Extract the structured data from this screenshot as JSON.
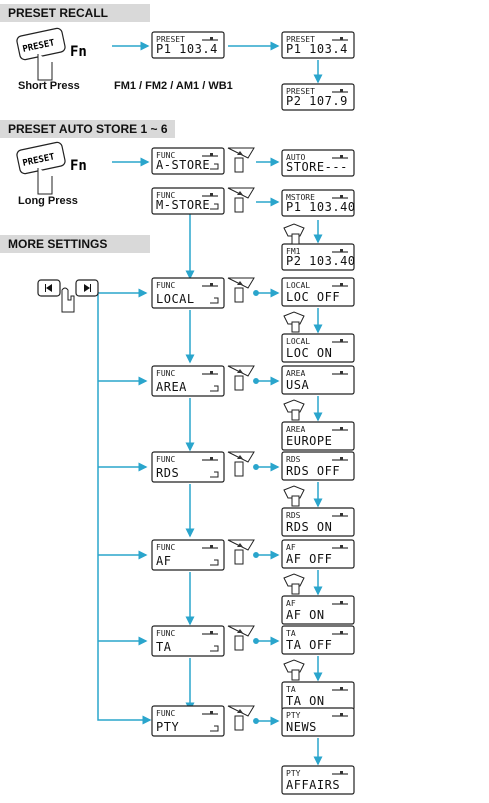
{
  "sections": {
    "preset_recall": "PRESET RECALL",
    "auto_store": "PRESET AUTO STORE 1 ~ 6",
    "more_settings": "MORE SETTINGS"
  },
  "labels": {
    "short_press": "Short Press",
    "long_press": "Long Press",
    "bands": "FM1 / FM2 / AM1 / WB1",
    "preset_key": "PRESET",
    "fn_key": "Fn"
  },
  "displays": {
    "recall_1": {
      "top": "PRESET",
      "bottom": "P1  103.4"
    },
    "recall_2": {
      "top": "PRESET",
      "bottom": "P1  103.4"
    },
    "recall_3": {
      "top": "PRESET",
      "bottom": "P2  107.9"
    },
    "func_astore": {
      "top": "FUNC",
      "bottom": "A-STORE"
    },
    "auto_store": {
      "top": "AUTO",
      "bottom": "STORE---"
    },
    "func_mstore": {
      "top": "FUNC",
      "bottom": "M-STORE"
    },
    "mstore_p1": {
      "top": "MSTORE",
      "bottom": "P1 103.40"
    },
    "fm1_p2": {
      "top": "FM1",
      "bottom": "P2 103.40"
    },
    "func_local": {
      "top": "FUNC",
      "bottom": "LOCAL"
    },
    "local_off": {
      "top": "LOCAL",
      "bottom": "LOC   OFF"
    },
    "local_on": {
      "top": "LOCAL",
      "bottom": "LOC    ON"
    },
    "func_area": {
      "top": "FUNC",
      "bottom": "AREA"
    },
    "area_usa": {
      "top": "AREA",
      "bottom": "USA"
    },
    "area_europe": {
      "top": "AREA",
      "bottom": "EUROPE"
    },
    "func_rds": {
      "top": "FUNC",
      "bottom": "RDS"
    },
    "rds_off": {
      "top": "RDS",
      "bottom": "RDS   OFF"
    },
    "rds_on": {
      "top": "RDS",
      "bottom": "RDS    ON"
    },
    "func_af": {
      "top": "FUNC",
      "bottom": "AF"
    },
    "af_off": {
      "top": "AF",
      "bottom": "AF    OFF"
    },
    "af_on": {
      "top": "AF",
      "bottom": "AF     ON"
    },
    "func_ta": {
      "top": "FUNC",
      "bottom": "TA"
    },
    "ta_off": {
      "top": "TA",
      "bottom": "TA    OFF"
    },
    "ta_on": {
      "top": "TA",
      "bottom": "TA     ON"
    },
    "func_pty": {
      "top": "FUNC",
      "bottom": "PTY"
    },
    "pty_news": {
      "top": "PTY",
      "bottom": "NEWS"
    },
    "pty_affairs": {
      "top": "PTY",
      "bottom": "AFFAIRS"
    }
  },
  "colors": {
    "arrow": "#2aa5cc",
    "lcd_border": "#222222",
    "header_bg": "#d9d9d9"
  }
}
